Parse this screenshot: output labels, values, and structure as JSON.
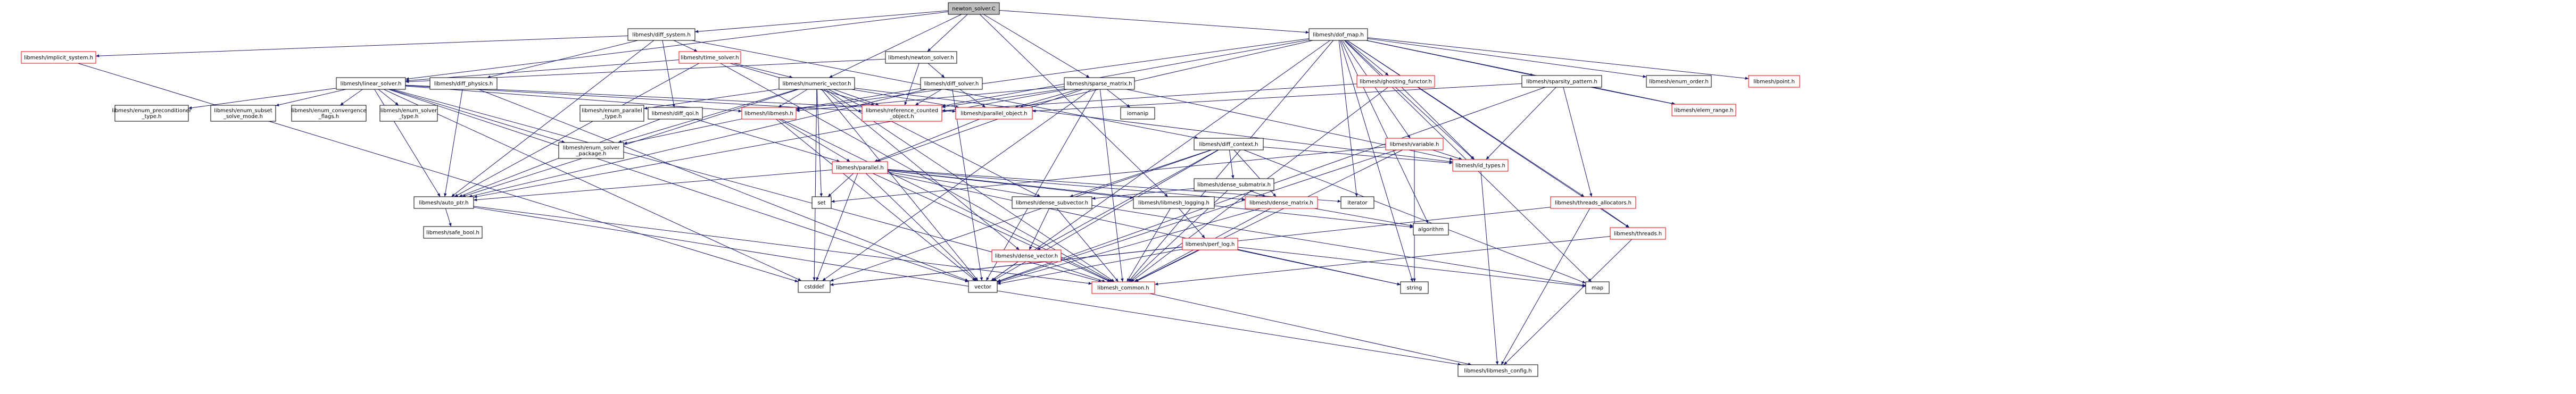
{
  "graph": {
    "nodes": [
      {
        "id": "newton_solver_C",
        "label": "newton_solver.C",
        "kind": "root"
      },
      {
        "id": "implicit_system_h",
        "label": "libmesh/implicit_system.h",
        "kind": "red"
      },
      {
        "id": "diff_system_h",
        "label": "libmesh/diff_system.h",
        "kind": "plain"
      },
      {
        "id": "newton_solver_h",
        "label": "libmesh/newton_solver.h",
        "kind": "plain"
      },
      {
        "id": "dof_map_h",
        "label": "libmesh/dof_map.h",
        "kind": "plain"
      },
      {
        "id": "time_solver_h",
        "label": "libmesh/time_solver.h",
        "kind": "red"
      },
      {
        "id": "linear_solver_h",
        "label": "libmesh/linear_solver.h",
        "kind": "plain"
      },
      {
        "id": "diff_physics_h",
        "label": "libmesh/diff_physics.h",
        "kind": "plain"
      },
      {
        "id": "numeric_vector_h",
        "label": "libmesh/numeric_vector.h",
        "kind": "plain"
      },
      {
        "id": "diff_solver_h",
        "label": "libmesh/diff_solver.h",
        "kind": "plain"
      },
      {
        "id": "sparse_matrix_h",
        "label": "libmesh/sparse_matrix.h",
        "kind": "plain"
      },
      {
        "id": "ghosting_functor_h",
        "label": "libmesh/ghosting_functor.h",
        "kind": "red"
      },
      {
        "id": "sparsity_pattern_h",
        "label": "libmesh/sparsity_pattern.h",
        "kind": "plain"
      },
      {
        "id": "enum_order_h",
        "label": "libmesh/enum_order.h",
        "kind": "plain"
      },
      {
        "id": "point_h",
        "label": "libmesh/point.h",
        "kind": "red"
      },
      {
        "id": "elem_range_h",
        "label": "libmesh/elem_range.h",
        "kind": "red"
      },
      {
        "id": "enum_preconditioner_type_h",
        "label": "libmesh/enum_preconditioner\n_type.h",
        "kind": "plain"
      },
      {
        "id": "enum_subset_solve_mode_h",
        "label": "libmesh/enum_subset\n_solve_mode.h",
        "kind": "plain"
      },
      {
        "id": "enum_convergence_flags_h",
        "label": "libmesh/enum_convergence\n_flags.h",
        "kind": "plain"
      },
      {
        "id": "enum_solver_type_h",
        "label": "libmesh/enum_solver\n_type.h",
        "kind": "plain"
      },
      {
        "id": "enum_parallel_type_h",
        "label": "libmesh/enum_parallel\n_type.h",
        "kind": "plain"
      },
      {
        "id": "libmesh_h",
        "label": "libmesh/libmesh.h",
        "kind": "red"
      },
      {
        "id": "diff_qoi_h",
        "label": "libmesh/diff_qoi.h",
        "kind": "plain"
      },
      {
        "id": "reference_counted_object_h",
        "label": "libmesh/reference_counted\n_object.h",
        "kind": "red"
      },
      {
        "id": "parallel_object_h",
        "label": "libmesh/parallel_object.h",
        "kind": "red"
      },
      {
        "id": "iomanip",
        "label": "iomanip",
        "kind": "plain"
      },
      {
        "id": "diff_context_h",
        "label": "libmesh/diff_context.h",
        "kind": "plain"
      },
      {
        "id": "variable_h",
        "label": "libmesh/variable.h",
        "kind": "red"
      },
      {
        "id": "id_types_h",
        "label": "libmesh/id_types.h",
        "kind": "red"
      },
      {
        "id": "enum_solver_package_h",
        "label": "libmesh/enum_solver\n_package.h",
        "kind": "plain"
      },
      {
        "id": "parallel_h",
        "label": "libmesh/parallel.h",
        "kind": "red"
      },
      {
        "id": "dense_submatrix_h",
        "label": "libmesh/dense_submatrix.h",
        "kind": "plain"
      },
      {
        "id": "threads_allocators_h",
        "label": "libmesh/threads_allocators.h",
        "kind": "red"
      },
      {
        "id": "auto_ptr_h",
        "label": "libmesh/auto_ptr.h",
        "kind": "plain"
      },
      {
        "id": "set",
        "label": "set",
        "kind": "plain"
      },
      {
        "id": "dense_subvector_h",
        "label": "libmesh/dense_subvector.h",
        "kind": "plain"
      },
      {
        "id": "dense_matrix_h",
        "label": "libmesh/dense_matrix.h",
        "kind": "red"
      },
      {
        "id": "libmesh_logging_h",
        "label": "libmesh/libmesh_logging.h",
        "kind": "plain"
      },
      {
        "id": "iterator",
        "label": "iterator",
        "kind": "plain"
      },
      {
        "id": "threads_h",
        "label": "libmesh/threads.h",
        "kind": "red"
      },
      {
        "id": "safe_bool_h",
        "label": "libmesh/safe_bool.h",
        "kind": "plain"
      },
      {
        "id": "dense_vector_h",
        "label": "libmesh/dense_vector.h",
        "kind": "red"
      },
      {
        "id": "perf_log_h",
        "label": "libmesh/perf_log.h",
        "kind": "red"
      },
      {
        "id": "algorithm",
        "label": "algorithm",
        "kind": "plain"
      },
      {
        "id": "cstddef",
        "label": "cstddef",
        "kind": "plain"
      },
      {
        "id": "vector",
        "label": "vector",
        "kind": "plain"
      },
      {
        "id": "libmesh_common_h",
        "label": "libmesh_common.h",
        "kind": "red"
      },
      {
        "id": "string",
        "label": "string",
        "kind": "plain"
      },
      {
        "id": "map",
        "label": "map",
        "kind": "plain"
      },
      {
        "id": "libmesh_config_h",
        "label": "libmesh/libmesh_config.h",
        "kind": "plain"
      }
    ],
    "edges": [
      [
        "newton_solver_C",
        "diff_system_h"
      ],
      [
        "newton_solver_C",
        "newton_solver_h"
      ],
      [
        "newton_solver_C",
        "dof_map_h"
      ],
      [
        "newton_solver_C",
        "linear_solver_h"
      ],
      [
        "newton_solver_C",
        "numeric_vector_h"
      ],
      [
        "newton_solver_C",
        "sparse_matrix_h"
      ],
      [
        "newton_solver_C",
        "libmesh_logging_h"
      ],
      [
        "diff_system_h",
        "implicit_system_h"
      ],
      [
        "diff_system_h",
        "time_solver_h"
      ],
      [
        "diff_system_h",
        "diff_physics_h"
      ],
      [
        "diff_system_h",
        "diff_qoi_h"
      ],
      [
        "diff_system_h",
        "diff_context_h"
      ],
      [
        "diff_system_h",
        "auto_ptr_h"
      ],
      [
        "implicit_system_h",
        "cstddef"
      ],
      [
        "time_solver_h",
        "linear_solver_h"
      ],
      [
        "time_solver_h",
        "numeric_vector_h"
      ],
      [
        "time_solver_h",
        "reference_counted_object_h"
      ],
      [
        "time_solver_h",
        "libmesh_common_h"
      ],
      [
        "time_solver_h",
        "auto_ptr_h"
      ],
      [
        "newton_solver_h",
        "diff_solver_h"
      ],
      [
        "newton_solver_h",
        "linear_solver_h"
      ],
      [
        "newton_solver_h",
        "reference_counted_object_h"
      ],
      [
        "dof_map_h",
        "ghosting_functor_h"
      ],
      [
        "dof_map_h",
        "sparsity_pattern_h"
      ],
      [
        "dof_map_h",
        "enum_order_h"
      ],
      [
        "dof_map_h",
        "point_h"
      ],
      [
        "dof_map_h",
        "elem_range_h"
      ],
      [
        "dof_map_h",
        "reference_counted_object_h"
      ],
      [
        "dof_map_h",
        "libmesh_h"
      ],
      [
        "dof_map_h",
        "parallel_object_h"
      ],
      [
        "dof_map_h",
        "variable_h"
      ],
      [
        "dof_map_h",
        "id_types_h"
      ],
      [
        "dof_map_h",
        "threads_allocators_h"
      ],
      [
        "dof_map_h",
        "threads_h"
      ],
      [
        "dof_map_h",
        "vector"
      ],
      [
        "dof_map_h",
        "map"
      ],
      [
        "dof_map_h",
        "string"
      ],
      [
        "dof_map_h",
        "algorithm"
      ],
      [
        "dof_map_h",
        "iterator"
      ],
      [
        "dof_map_h",
        "libmesh_common_h"
      ],
      [
        "linear_solver_h",
        "enum_preconditioner_type_h"
      ],
      [
        "linear_solver_h",
        "enum_subset_solve_mode_h"
      ],
      [
        "linear_solver_h",
        "enum_convergence_flags_h"
      ],
      [
        "linear_solver_h",
        "enum_solver_type_h"
      ],
      [
        "linear_solver_h",
        "enum_solver_package_h"
      ],
      [
        "linear_solver_h",
        "libmesh_h"
      ],
      [
        "linear_solver_h",
        "reference_counted_object_h"
      ],
      [
        "linear_solver_h",
        "auto_ptr_h"
      ],
      [
        "linear_solver_h",
        "libmesh_common_h"
      ],
      [
        "linear_solver_h",
        "cstddef"
      ],
      [
        "linear_solver_h",
        "vector"
      ],
      [
        "linear_solver_h",
        "parallel_object_h"
      ],
      [
        "diff_physics_h",
        "auto_ptr_h"
      ],
      [
        "diff_physics_h",
        "vector"
      ],
      [
        "numeric_vector_h",
        "enum_parallel_type_h"
      ],
      [
        "numeric_vector_h",
        "libmesh_h"
      ],
      [
        "numeric_vector_h",
        "reference_counted_object_h"
      ],
      [
        "numeric_vector_h",
        "parallel_object_h"
      ],
      [
        "numeric_vector_h",
        "id_types_h"
      ],
      [
        "numeric_vector_h",
        "enum_solver_package_h"
      ],
      [
        "numeric_vector_h",
        "auto_ptr_h"
      ],
      [
        "numeric_vector_h",
        "dense_subvector_h"
      ],
      [
        "numeric_vector_h",
        "dense_vector_h"
      ],
      [
        "numeric_vector_h",
        "set"
      ],
      [
        "numeric_vector_h",
        "vector"
      ],
      [
        "numeric_vector_h",
        "cstddef"
      ],
      [
        "numeric_vector_h",
        "libmesh_common_h"
      ],
      [
        "diff_solver_h",
        "reference_counted_object_h"
      ],
      [
        "diff_solver_h",
        "parallel_object_h"
      ],
      [
        "diff_solver_h",
        "libmesh_h"
      ],
      [
        "diff_solver_h",
        "auto_ptr_h"
      ],
      [
        "diff_solver_h",
        "vector"
      ],
      [
        "sparse_matrix_h",
        "libmesh_h"
      ],
      [
        "sparse_matrix_h",
        "reference_counted_object_h"
      ],
      [
        "sparse_matrix_h",
        "parallel_object_h"
      ],
      [
        "sparse_matrix_h",
        "iomanip"
      ],
      [
        "sparse_matrix_h",
        "id_types_h"
      ],
      [
        "sparse_matrix_h",
        "parallel_h"
      ],
      [
        "sparse_matrix_h",
        "auto_ptr_h"
      ],
      [
        "sparse_matrix_h",
        "vector"
      ],
      [
        "sparse_matrix_h",
        "cstddef"
      ],
      [
        "sparse_matrix_h",
        "libmesh_common_h"
      ],
      [
        "ghosting_functor_h",
        "reference_counted_object_h"
      ],
      [
        "ghosting_functor_h",
        "id_types_h"
      ],
      [
        "ghosting_functor_h",
        "libmesh_common_h"
      ],
      [
        "sparsity_pattern_h",
        "elem_range_h"
      ],
      [
        "sparsity_pattern_h",
        "threads_allocators_h"
      ],
      [
        "sparsity_pattern_h",
        "parallel_object_h"
      ],
      [
        "sparsity_pattern_h",
        "id_types_h"
      ],
      [
        "sparsity_pattern_h",
        "vector"
      ],
      [
        "libmesh_h",
        "enum_solver_package_h"
      ],
      [
        "libmesh_h",
        "parallel_h"
      ],
      [
        "libmesh_h",
        "libmesh_common_h"
      ],
      [
        "libmesh_h",
        "vector"
      ],
      [
        "diff_qoi_h",
        "auto_ptr_h"
      ],
      [
        "diff_qoi_h",
        "parallel_h"
      ],
      [
        "parallel_object_h",
        "parallel_h"
      ],
      [
        "diff_context_h",
        "id_types_h"
      ],
      [
        "diff_context_h",
        "dense_submatrix_h"
      ],
      [
        "diff_context_h",
        "dense_subvector_h"
      ],
      [
        "diff_context_h",
        "dense_matrix_h"
      ],
      [
        "diff_context_h",
        "dense_vector_h"
      ],
      [
        "diff_context_h",
        "cstddef"
      ],
      [
        "diff_context_h",
        "map"
      ],
      [
        "diff_context_h",
        "vector"
      ],
      [
        "variable_h",
        "id_types_h"
      ],
      [
        "variable_h",
        "libmesh_common_h"
      ],
      [
        "variable_h",
        "set"
      ],
      [
        "variable_h",
        "string"
      ],
      [
        "variable_h",
        "vector"
      ],
      [
        "id_types_h",
        "libmesh_config_h"
      ],
      [
        "parallel_h",
        "auto_ptr_h"
      ],
      [
        "parallel_h",
        "libmesh_logging_h"
      ],
      [
        "parallel_h",
        "dense_matrix_h"
      ],
      [
        "parallel_h",
        "libmesh_common_h"
      ],
      [
        "parallel_h",
        "set"
      ],
      [
        "parallel_h",
        "iterator"
      ],
      [
        "parallel_h",
        "map"
      ],
      [
        "parallel_h",
        "string"
      ],
      [
        "parallel_h",
        "vector"
      ],
      [
        "parallel_h",
        "cstddef"
      ],
      [
        "parallel_h",
        "algorithm"
      ],
      [
        "dense_submatrix_h",
        "dense_subvector_h"
      ],
      [
        "dense_submatrix_h",
        "dense_matrix_h"
      ],
      [
        "dense_submatrix_h",
        "libmesh_common_h"
      ],
      [
        "threads_allocators_h",
        "threads_h"
      ],
      [
        "threads_allocators_h",
        "libmesh_config_h"
      ],
      [
        "threads_allocators_h",
        "cstddef"
      ],
      [
        "auto_ptr_h",
        "safe_bool_h"
      ],
      [
        "auto_ptr_h",
        "libmesh_common_h"
      ],
      [
        "auto_ptr_h",
        "libmesh_config_h"
      ],
      [
        "dense_subvector_h",
        "dense_vector_h"
      ],
      [
        "dense_subvector_h",
        "libmesh_common_h"
      ],
      [
        "dense_matrix_h",
        "libmesh_common_h"
      ],
      [
        "dense_matrix_h",
        "algorithm"
      ],
      [
        "dense_matrix_h",
        "vector"
      ],
      [
        "libmesh_logging_h",
        "perf_log_h"
      ],
      [
        "libmesh_logging_h",
        "libmesh_common_h"
      ],
      [
        "threads_h",
        "libmesh_common_h"
      ],
      [
        "threads_h",
        "libmesh_config_h"
      ],
      [
        "dense_vector_h",
        "libmesh_common_h"
      ],
      [
        "dense_vector_h",
        "vector"
      ],
      [
        "perf_log_h",
        "libmesh_common_h"
      ],
      [
        "perf_log_h",
        "cstddef"
      ],
      [
        "perf_log_h",
        "map"
      ],
      [
        "perf_log_h",
        "string"
      ],
      [
        "perf_log_h",
        "vector"
      ],
      [
        "libmesh_common_h",
        "libmesh_config_h"
      ]
    ]
  },
  "colors": {
    "edge": "#191970",
    "plain_border": "#000000",
    "red_border": "#ff0000",
    "root_fill": "#bfbfbf",
    "node_fill": "#ffffff",
    "text": "#000000"
  }
}
